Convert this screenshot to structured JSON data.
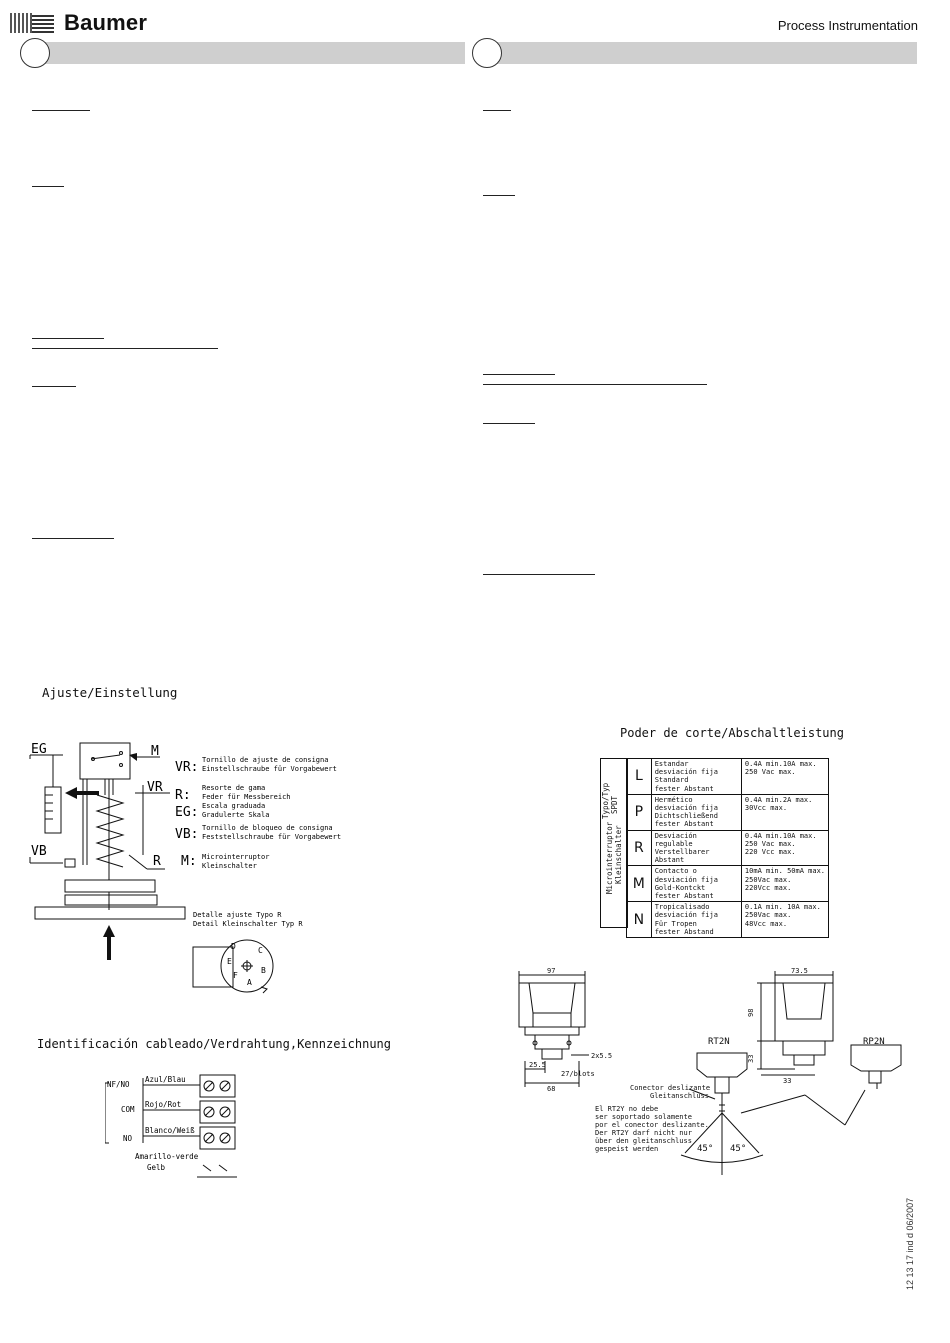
{
  "header": {
    "brand": "Baumer",
    "tagline": "Process Instrumentation"
  },
  "adjust": {
    "title": "Ajuste/Einstellung",
    "labels": {
      "EG": "EG",
      "M": "M",
      "VR": "VR",
      "VB": "VB",
      "R": "R"
    },
    "legend": [
      {
        "code": "VR:",
        "line1": "Tornillo de ajuste de consigna",
        "line2": "Einstellschraube für Vorgabewert"
      },
      {
        "code": "R:",
        "line1": "Resorte de gama",
        "line2": "Feder für Messbereich"
      },
      {
        "code": "EG:",
        "line1": "Escala graduada",
        "line2": "Gradulerte Skala"
      },
      {
        "code": "VB:",
        "line1": "Tornillo de bloqueo de consigna",
        "line2": "Feststellschraube für Vorgabewert"
      },
      {
        "code": "M:",
        "line1": "Microinterruptor",
        "line2": "Kleinschalter"
      }
    ],
    "detail_line1": "Detalle ajuste   Typo R",
    "detail_line2": "Detail Kleinschalter Typ R",
    "dial_letters": [
      "D",
      "C",
      "E",
      "B",
      "F",
      "A"
    ]
  },
  "wiring": {
    "title": "Identificación  cableado/Verdrahtung,Kennzeichnung",
    "terminals": [
      "NF/NO",
      "COM",
      "NO"
    ],
    "wires": [
      "Azul/Blau",
      "Rojo/Rot",
      "Blanco/Weiß"
    ],
    "earth_line1": "Amarillo-verde",
    "earth_line2": "Gelb"
  },
  "switching": {
    "title": "Poder  de  corte/Abschaltleistung",
    "side_label_1": "Typo/Typ",
    "side_label_2": "SPDT",
    "side_label_3": "Microinterruptor",
    "side_label_4": "Kleinschalter",
    "rows": [
      {
        "code": "L",
        "desc": [
          "Estandar",
          "desviación fija",
          "Standard",
          "fester Abstant"
        ],
        "rating": [
          "0.4A min.10A max.",
          "250 Vac max."
        ]
      },
      {
        "code": "P",
        "desc": [
          "Hermético",
          "desviación fija",
          "Dichtschließend",
          "fester Abstant"
        ],
        "rating": [
          "0.4A min.2A max.",
          "30Vcc max."
        ]
      },
      {
        "code": "R",
        "desc": [
          "Desviación regulable",
          "Verstellbarer Abstant"
        ],
        "rating": [
          "0.4A min.10A max.",
          "250 Vac max.",
          "220 Vcc max."
        ]
      },
      {
        "code": "M",
        "desc": [
          "Contacto o",
          "desviación fija",
          "Gold-Kontckt",
          "fester Abstant"
        ],
        "rating": [
          "10mA min. 50mA max.",
          "250Vac max.",
          "220Vcc max."
        ]
      },
      {
        "code": "N",
        "desc": [
          "Tropicalisado",
          "desviación fija",
          "Für Tropen",
          "fester Abstand"
        ],
        "rating": [
          "0.1A min. 10A max.",
          "250Vac max.",
          "48Vcc max."
        ]
      }
    ]
  },
  "dims": {
    "d97": "97",
    "d73_5": "73.5",
    "d98": "98",
    "d33v": "33",
    "d33h": "33",
    "d2x5_5": "2x5.5",
    "d27": "27/blots",
    "d25_5": "25.5",
    "d68": "68",
    "rt2n": "RT2N",
    "rp2n": "RP2N",
    "conector_1": "Conector deslizante",
    "conector_2": "Gleitanschluss",
    "note_1": "El RT2Y no debe",
    "note_2": "ser soportado solamente",
    "note_3": "por el conector deslizante.",
    "note_4": "Der RT2Y darf nicht nur",
    "note_5": "über den gleitanschluss",
    "note_6": "gespeist werden",
    "angle_1": "45°",
    "angle_2": "45°"
  },
  "footer": {
    "doc_id": "12 13 17 ind d 06/2007"
  }
}
